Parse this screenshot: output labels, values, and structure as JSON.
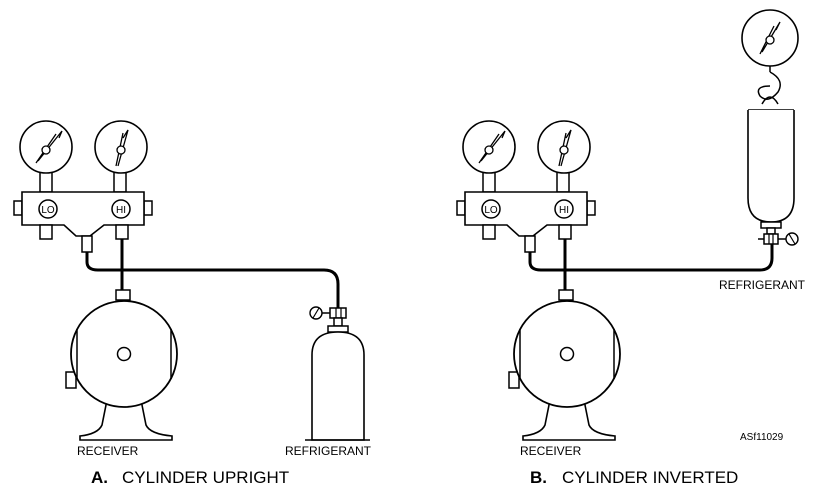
{
  "panel_a": {
    "letter": "A.",
    "caption": "CYLINDER UPRIGHT",
    "gauge_lo": "LO",
    "gauge_hi": "HI",
    "receiver_label": "RECEIVER",
    "refrigerant_label": "REFRIGERANT"
  },
  "panel_b": {
    "letter": "B.",
    "caption": "CYLINDER INVERTED",
    "gauge_lo": "LO",
    "gauge_hi": "HI",
    "receiver_label": "RECEIVER",
    "refrigerant_label": "REFRIGERANT"
  },
  "figure_code": "ASf11029",
  "colors": {
    "line": "#000000",
    "background": "#ffffff"
  }
}
